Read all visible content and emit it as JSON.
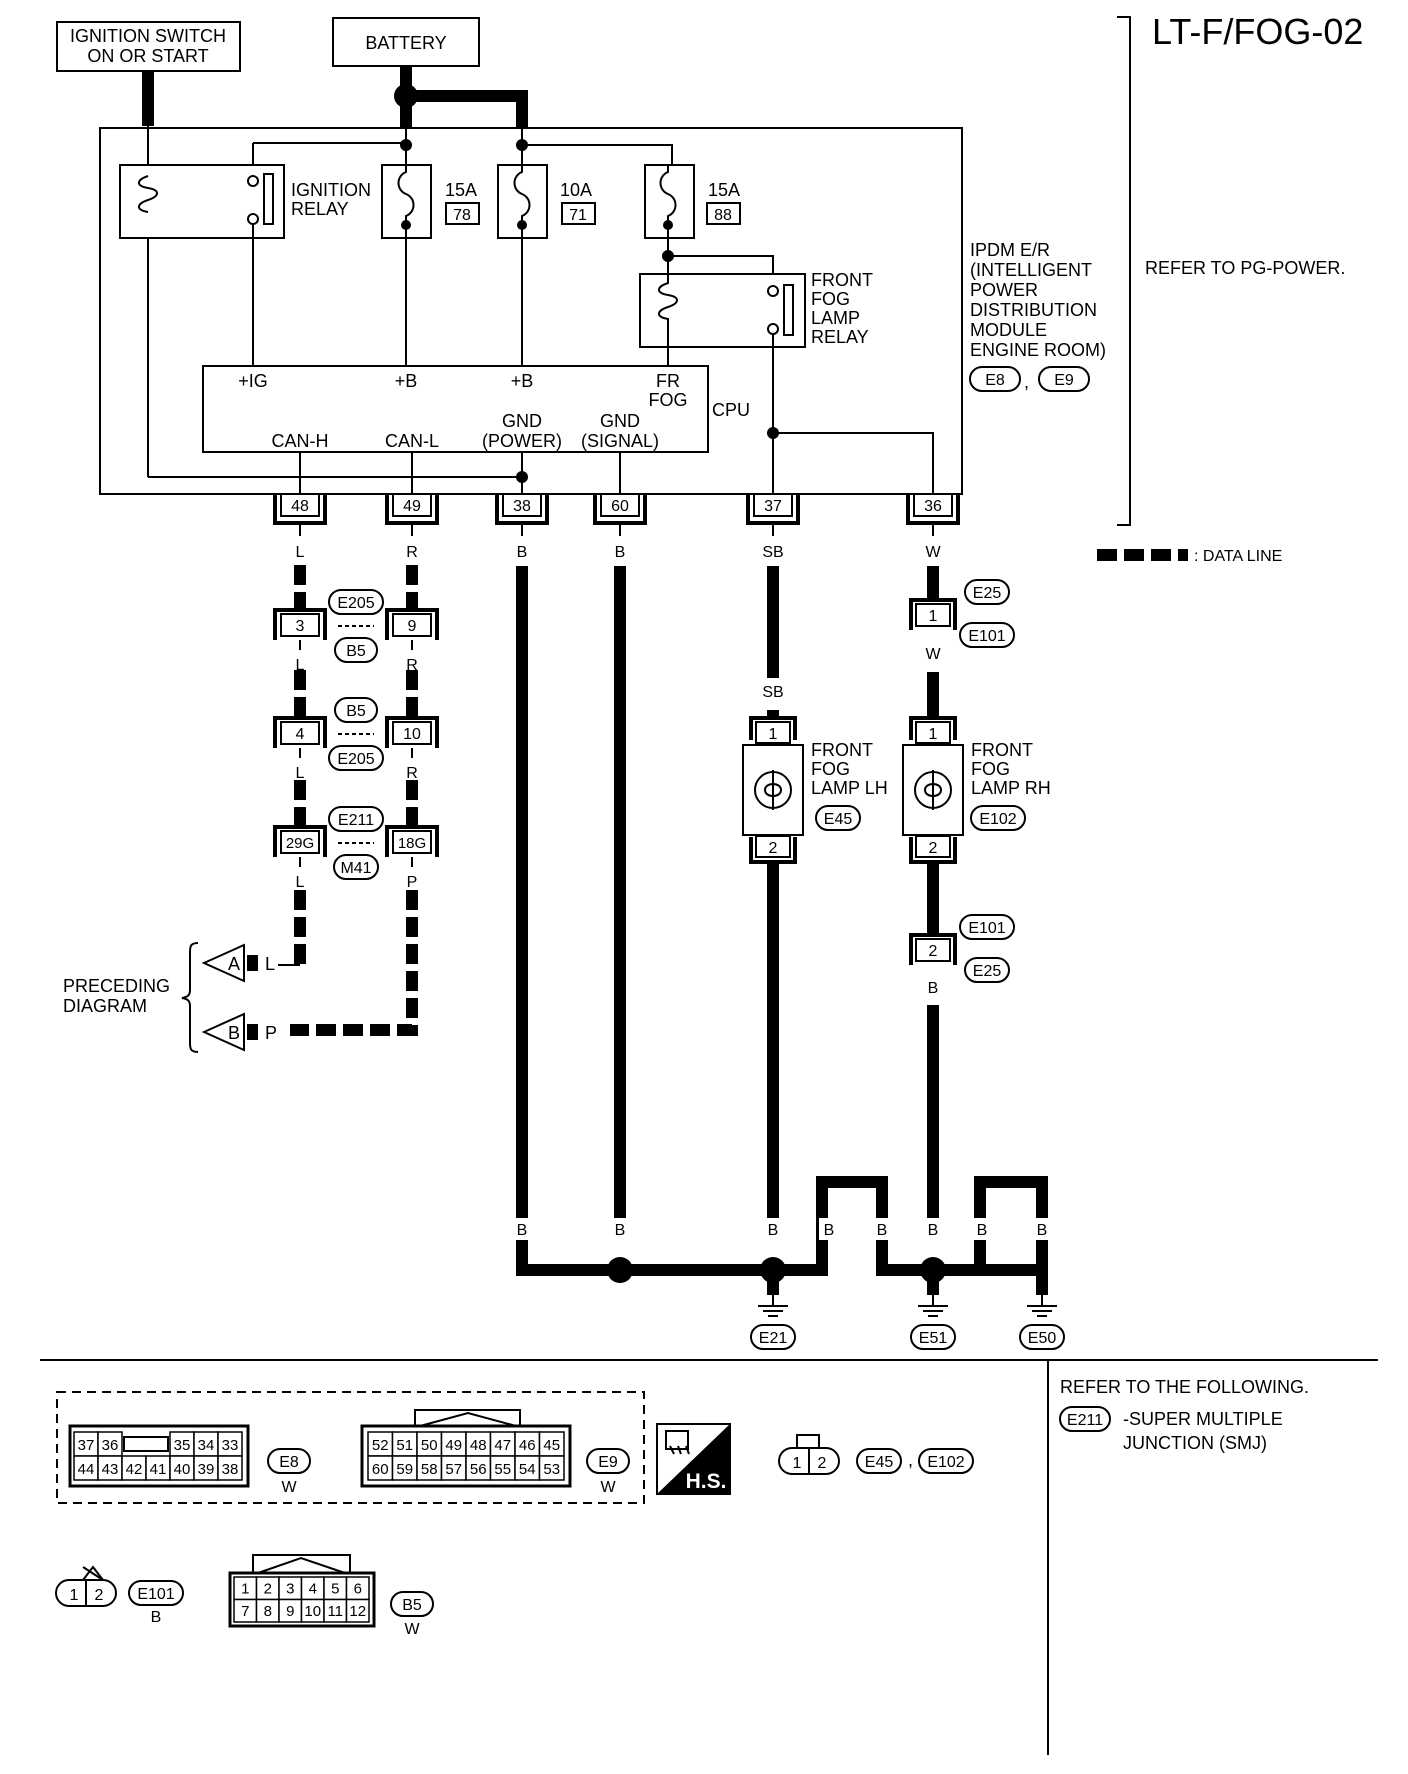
{
  "page_id": "LT-F/FOG-02",
  "legend_data_line": ": DATA LINE",
  "supply": {
    "ignition_switch": "IGNITION SWITCH\nON OR START",
    "battery": "BATTERY",
    "refer_pg": "REFER TO PG-POWER."
  },
  "ipdm": {
    "label": "IPDM E/R\n(INTELLIGENT\nPOWER\nDISTRIBUTION\nMODULE\nENGINE ROOM)",
    "connectors": [
      "E8",
      "E9"
    ],
    "ignition_relay": "IGNITION\nRELAY",
    "fog_relay": "FRONT\nFOG\nLAMP\nRELAY",
    "cpu_label": "CPU",
    "fuses": [
      {
        "rating": "15A",
        "number": "78"
      },
      {
        "rating": "10A",
        "number": "71"
      },
      {
        "rating": "15A",
        "number": "88"
      }
    ],
    "cpu_top": [
      "+IG",
      "+B",
      "+B",
      "FR\nFOG"
    ],
    "cpu_bottom": [
      "CAN-H",
      "CAN-L",
      "GND\n(POWER)",
      "GND\n(SIGNAL)"
    ]
  },
  "terminals": [
    {
      "pin": "48",
      "color": "L"
    },
    {
      "pin": "49",
      "color": "R"
    },
    {
      "pin": "38",
      "color": "B"
    },
    {
      "pin": "60",
      "color": "B"
    },
    {
      "pin": "37",
      "color": "SB"
    },
    {
      "pin": "36",
      "color": "W"
    }
  ],
  "can_joints": [
    {
      "left_pin": "3",
      "right_pin": "9",
      "top_conn": "E205",
      "bottom_conn": "B5",
      "left_color_below": "L",
      "right_color_below": "R"
    },
    {
      "left_pin": "4",
      "right_pin": "10",
      "top_conn": "B5",
      "bottom_conn": "E205",
      "left_color_below": "L",
      "right_color_below": "R"
    },
    {
      "left_pin": "29G",
      "right_pin": "18G",
      "top_conn": "E211",
      "bottom_conn": "M41",
      "left_color_below": "L",
      "right_color_below": "P"
    }
  ],
  "preceding": {
    "label": "PRECEDING\nDIAGRAM",
    "arrows": [
      {
        "letter": "A",
        "color": "L"
      },
      {
        "letter": "B",
        "color": "P"
      }
    ]
  },
  "inline_e25": {
    "pin_top": "1",
    "pin_bottom": "2",
    "conn_a": "E25",
    "conn_b": "E101",
    "color_mid": "W",
    "color_below": "B"
  },
  "lamp_lh": {
    "name": "FRONT\nFOG\nLAMP LH",
    "conn": "E45",
    "pin_top": "1",
    "pin_bottom": "2",
    "color_in": "SB",
    "color_out": "B"
  },
  "lamp_rh": {
    "name": "FRONT\nFOG\nLAMP RH",
    "conn": "E102",
    "pin_top": "1",
    "pin_bottom": "2",
    "color_out": "B"
  },
  "ground_wire_colors": [
    "B",
    "B",
    "B",
    "B",
    "B",
    "B",
    "B",
    "B"
  ],
  "grounds": [
    "E21",
    "E51",
    "E50"
  ],
  "connector_views": {
    "e8": {
      "conn": "E8",
      "color": "W",
      "row1": [
        "37",
        "36",
        "",
        "35",
        "34",
        "33"
      ],
      "row2": [
        "44",
        "43",
        "42",
        "41",
        "40",
        "39",
        "38"
      ]
    },
    "e9": {
      "conn": "E9",
      "color": "W",
      "row1": [
        "52",
        "51",
        "50",
        "49",
        "48",
        "47",
        "46",
        "45"
      ],
      "row2": [
        "60",
        "59",
        "58",
        "57",
        "56",
        "55",
        "54",
        "53"
      ]
    },
    "hs_badge": "H.S.",
    "e45_102": {
      "pins": [
        "1",
        "2"
      ],
      "conns": [
        "E45",
        "E102"
      ]
    },
    "e101": {
      "pins": [
        "1",
        "2"
      ],
      "conn": "E101",
      "color": "B"
    },
    "b5": {
      "conn": "B5",
      "color": "W",
      "row1": [
        "1",
        "2",
        "3",
        "4",
        "5",
        "6"
      ],
      "row2": [
        "7",
        "8",
        "9",
        "10",
        "11",
        "12"
      ]
    }
  },
  "refer_following": {
    "text": "REFER TO THE FOLLOWING.",
    "conn": "E211",
    "desc": "-SUPER MULTIPLE\nJUNCTION (SMJ)"
  }
}
